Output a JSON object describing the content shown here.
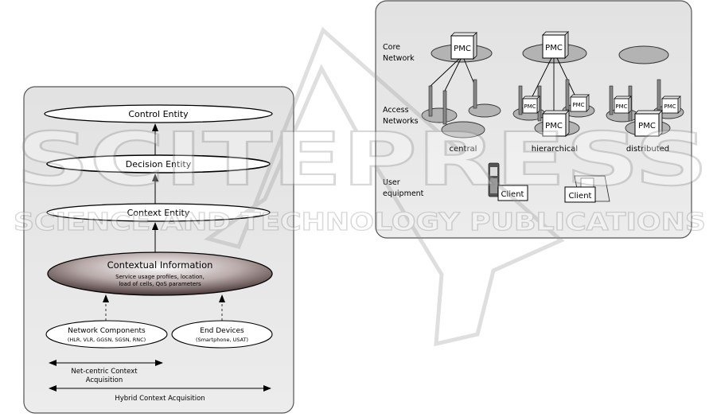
{
  "watermark": {
    "main": "SCITEPRESS",
    "sub": "SCIENCE AND TECHNOLOGY PUBLICATIONS"
  },
  "left": {
    "control": "Control Entity",
    "decision": "Decision Entity",
    "context": "Context Entity",
    "info_title": "Contextual Information",
    "info_lines": [
      "Service usage profiles, location,",
      "load of cells, QoS parameters"
    ],
    "net_title": "Network Components",
    "net_sub": "(HLR, VLR, GGSN, SGSN, RNC)",
    "end_title": "End Devices",
    "end_sub": "(Smartphone, USAT)",
    "netcentric_line1": "Net-centric Context",
    "netcentric_line2": "Acquisition",
    "hybrid": "Hybrid Context Acquisition"
  },
  "right": {
    "core_line1": "Core",
    "core_line2": "Network",
    "access_line1": "Access",
    "access_line2": "Networks",
    "user_line1": "User",
    "user_line2": "equipment",
    "pmc": "PMC",
    "central": "central",
    "hierarchical": "hierarchical",
    "distributed": "distributed",
    "client": "Client"
  }
}
